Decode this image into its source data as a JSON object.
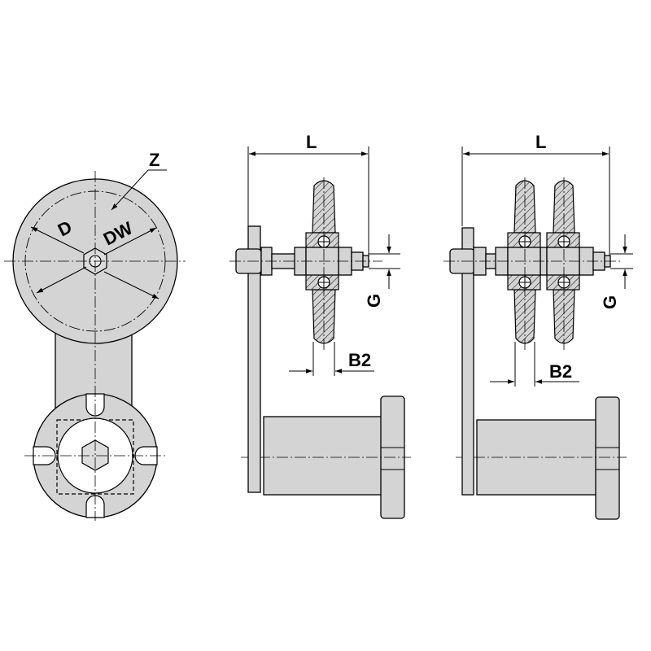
{
  "labels": {
    "z": "Z",
    "d": "D",
    "dw": "DW",
    "l_single": "L",
    "l_double": "L",
    "g_single": "G",
    "g_double": "G",
    "b2_single": "B2",
    "b2_double": "B2"
  }
}
